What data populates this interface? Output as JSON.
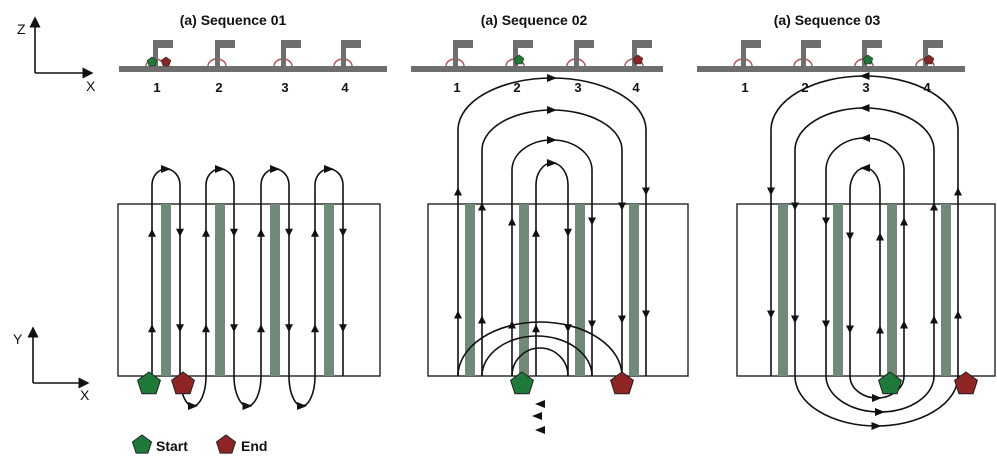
{
  "colors": {
    "stripe": "#6f8a78",
    "substrate": "#6e6e6e",
    "start": "#1f7a3a",
    "end": "#8e2424",
    "bead": "#b05050"
  },
  "axes_top": {
    "vertical": "Z",
    "horizontal": "X"
  },
  "axes_bottom": {
    "vertical": "Y",
    "horizontal": "X"
  },
  "panels": [
    {
      "title": "(a) Sequence 01",
      "labels": [
        "1",
        "2",
        "3",
        "4"
      ],
      "start_index": 0,
      "end_index": 0
    },
    {
      "title": "(a) Sequence 02",
      "labels": [
        "1",
        "2",
        "3",
        "4"
      ],
      "start_index": 1,
      "end_index": 3
    },
    {
      "title": "(a) Sequence 03",
      "labels": [
        "1",
        "2",
        "3",
        "4"
      ],
      "start_index": 2,
      "end_index": 3
    }
  ],
  "legend": {
    "start_label": "Start",
    "end_label": "End",
    "start_icon": "pentagon-icon",
    "end_icon": "pentagon-icon"
  }
}
